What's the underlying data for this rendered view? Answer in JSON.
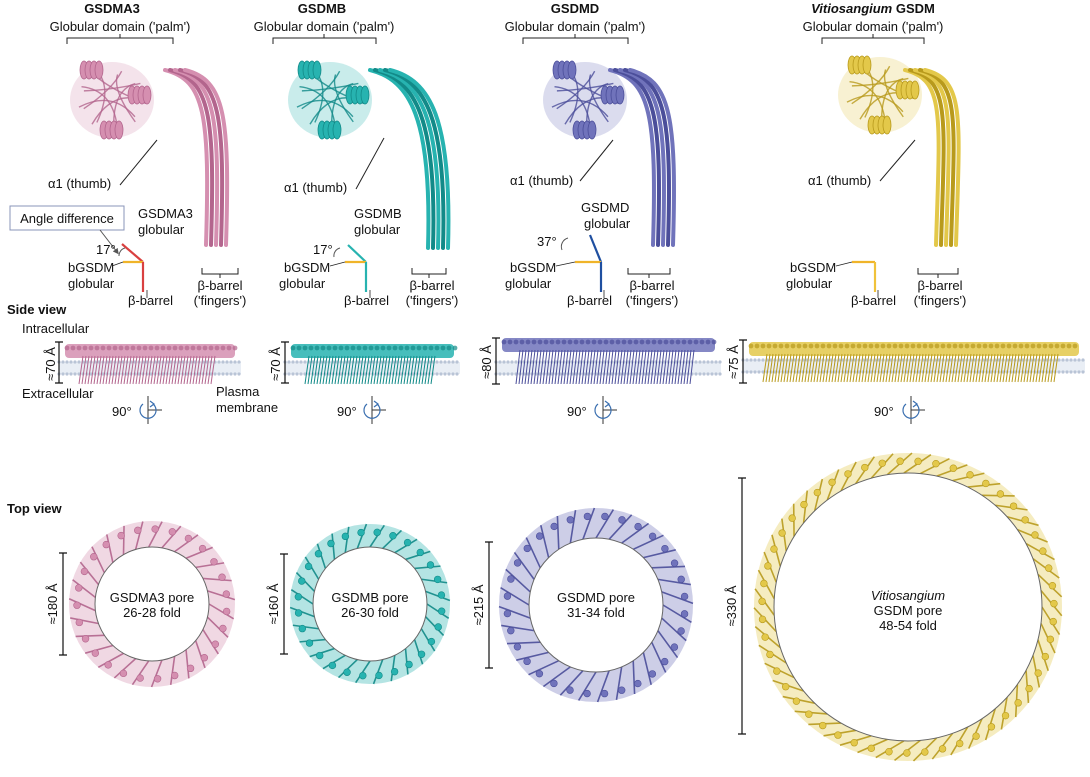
{
  "panels": [
    {
      "id": "gsdma3",
      "title": "GSDMA3",
      "title_italic": "",
      "title_rest": "",
      "palm_label": "Globular domain ('palm')",
      "thumb_label": "α1 (thumb)",
      "callout_box": "Angle difference",
      "angle_label": "17°",
      "own_globular_l1": "GSDMA3",
      "own_globular_l2": "globular",
      "ref_globular_l1": "bGSDM",
      "ref_globular_l2": "globular",
      "barrel_label": "β-barrel",
      "fingers_l1": "β-barrel",
      "fingers_l2": "('fingers')",
      "side_height": "≈70 Å",
      "rotation": "90°",
      "pore_l1": "",
      "pore_l2": "GSDMA3 pore",
      "pore_l3": "26-28 fold",
      "top_diameter": "≈180 Å",
      "color": "#d58fb0",
      "dark": "#b3658d"
    },
    {
      "id": "gsdmb",
      "title": "GSDMB",
      "title_italic": "",
      "title_rest": "",
      "palm_label": "Globular domain ('palm')",
      "thumb_label": "α1 (thumb)",
      "callout_box": "",
      "angle_label": "17°",
      "own_globular_l1": "GSDMB",
      "own_globular_l2": "globular",
      "ref_globular_l1": "bGSDM",
      "ref_globular_l2": "globular",
      "barrel_label": "β-barrel",
      "fingers_l1": "β-barrel",
      "fingers_l2": "('fingers')",
      "side_height": "≈70 Å",
      "rotation": "90°",
      "pore_l1": "",
      "pore_l2": "GSDMB pore",
      "pore_l3": "26-30 fold",
      "top_diameter": "≈160 Å",
      "color": "#27b3b0",
      "dark": "#128a88"
    },
    {
      "id": "gsdmd",
      "title": "GSDMD",
      "title_italic": "",
      "title_rest": "",
      "palm_label": "Globular domain ('palm')",
      "thumb_label": "α1 (thumb)",
      "callout_box": "",
      "angle_label": "37°",
      "own_globular_l1": "GSDMD",
      "own_globular_l2": "globular",
      "ref_globular_l1": "bGSDM",
      "ref_globular_l2": "globular",
      "barrel_label": "β-barrel",
      "fingers_l1": "β-barrel",
      "fingers_l2": "('fingers')",
      "side_height": "≈80 Å",
      "rotation": "90°",
      "pore_l1": "",
      "pore_l2": "GSDMD pore",
      "pore_l3": "31-34 fold",
      "top_diameter": "≈215 Å",
      "color": "#7073bb",
      "dark": "#4b4e9a"
    },
    {
      "id": "vitio",
      "title": "",
      "title_italic": "Vitiosangium",
      "title_rest": " GSDM",
      "palm_label": "Globular domain ('palm')",
      "thumb_label": "α1 (thumb)",
      "callout_box": "",
      "angle_label": "",
      "own_globular_l1": "",
      "own_globular_l2": "",
      "ref_globular_l1": "bGSDM",
      "ref_globular_l2": "globular",
      "barrel_label": "β-barrel",
      "fingers_l1": "β-barrel",
      "fingers_l2": "('fingers')",
      "side_height": "≈75 Å",
      "rotation": "90°",
      "pore_l1": "Vitiosangium",
      "pore_l2": "GSDM pore",
      "pore_l3": "48-54 fold",
      "top_diameter": "≈330 Å",
      "color": "#e3c84a",
      "dark": "#b89a1c"
    }
  ],
  "side_view_label": "Side view",
  "top_view_label": "Top view",
  "intracellular_label": "Intracellular",
  "extracellular_label": "Extracellular",
  "membrane_l1": "Plasma",
  "membrane_l2": "membrane",
  "colors": {
    "text": "#111111",
    "membrane_head": "#b9c4d6",
    "own_line": "#d94040",
    "ref_line": "#f0b429"
  }
}
